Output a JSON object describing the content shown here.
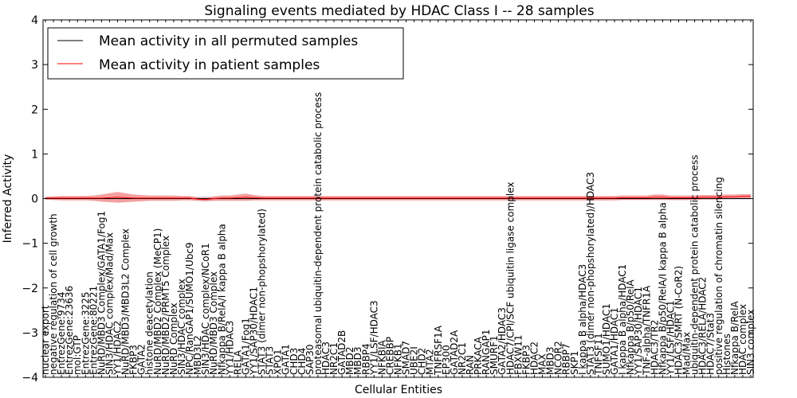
{
  "chart_data": {
    "type": "line",
    "title": "Signaling events mediated by HDAC Class I -- 28 samples",
    "xlabel": "Cellular Entities",
    "ylabel": "Inferred Activity",
    "ylim": [
      -4,
      4
    ],
    "yticks": [
      -4,
      -3,
      -2,
      -1,
      0,
      1,
      2,
      3,
      4
    ],
    "legend_position": "top-left",
    "categories": [
      "nuclear export",
      "negative regulation of cell growth",
      "EntrezGene:9734",
      "EntrezGene:23636",
      "mol:GTP",
      "EntrezGene:3225",
      "EntrezGene:80221",
      "NuRD/MBD3 Complex/GATA1/Fog1",
      "SIN3/HDAC complex/Mad/Max",
      "YY1/HDAC2",
      "NuRD/MBD3/MBD3L2 Complex",
      "FKBP3",
      "GATA2",
      "histone deacetylation",
      "NuRD/MBD2 Complex (MeCP1)",
      "NuRD/MBD2/PRMT5 Complex",
      "NuRD Complex",
      "SIN3/HDAC complex",
      "NPC/RanGAP1/SUMO1/Ubc9",
      "MBD3L2",
      "SIN3/HDAC complex/NCoR1",
      "NuRD/MBD3 Complex",
      "Nfkappa B/RelA/I kappa B alpha",
      "YY1/HDAC3",
      "RELA",
      "GATA1/Fog1",
      "YY1/SAP30/HDAC1",
      "STAT3 (dimer non-phopshorylated)",
      "STAT3",
      "XPO1",
      "GATA1",
      "CHD3",
      "CHD4",
      "SAP30",
      "proteasomal ubiquitin-dependent protein catabolic process",
      "HDAC3",
      "NR2C1",
      "GATAD2B",
      "MBD2",
      "MBD3",
      "RBBP4",
      "YY1/LSF/HDAC3",
      "NFKBIA",
      "CREBBP",
      "NFKB1",
      "SMAD7",
      "UBE2I",
      "CHD2",
      "MTA2",
      "TNFRSF1A",
      "EP300",
      "GATAD2A",
      "NR2C1",
      "RAN",
      "PRKACA",
      "RANGAP1",
      "SMURF1",
      "GATA2/HDAC3",
      "HDAC7/CPI/SCF ubiquitin ligase complex",
      "FBXW11",
      "FKBP3",
      "HDAC2",
      "MAX",
      "MBD3",
      "NCOR2",
      "RBBP7",
      "SKP1",
      "I kappa B alpha/HDAC3",
      "STAT3 (dimer non-phopshorylated)/HDAC3",
      "TNFSF11",
      "SUMO1/HDAC1",
      "GATA1/HDAC1",
      "I kappa B alpha/HDAC1",
      "Nfkappa B/p50/RelA",
      "YY1/SAP30/HDAC1",
      "TNF-alpha/TNFR1A",
      "HDAC3/TR2",
      "Nfkappa B/p50/RelA/I kappa B alpha",
      "YY1/LSF/HDAC1",
      "HDAC3/SMRT (N-CoR2)",
      "Mad/Max",
      "ubiquitin-dependent protein catabolic process",
      "HDAC3/RELA/HDAC2",
      "HDAC7/Stat3",
      "positive regulation of chromatin silencing",
      "Histones",
      "Nfkappa B/RelA",
      "HDAC complex",
      "SIN3 complex"
    ],
    "series": [
      {
        "name": "Mean activity in all permuted samples",
        "color": "#000000",
        "values": [
          0.0,
          0.0,
          0.0,
          0.0,
          0.0,
          0.0,
          0.0,
          0.0,
          0.0,
          0.0,
          0.0,
          0.0,
          0.0,
          0.0,
          0.0,
          0.0,
          0.0,
          0.0,
          0.0,
          0.0,
          0.0,
          0.0,
          0.0,
          0.0,
          0.0,
          0.0,
          0.0,
          0.0,
          0.0,
          0.0,
          0.0,
          0.0,
          0.0,
          0.0,
          0.0,
          0.0,
          0.0,
          0.0,
          0.0,
          0.0,
          0.0,
          0.0,
          0.0,
          0.0,
          0.0,
          0.0,
          0.0,
          0.0,
          0.0,
          0.0,
          0.0,
          0.0,
          0.0,
          0.0,
          0.0,
          0.0,
          0.0,
          0.0,
          0.0,
          0.0,
          0.0,
          0.0,
          0.0,
          0.0,
          0.0,
          0.0,
          0.0,
          0.0,
          0.0,
          0.0,
          0.0,
          0.0,
          0.0,
          0.0,
          0.0,
          0.0,
          0.0,
          0.0,
          0.0,
          0.0,
          0.0,
          0.0,
          0.0,
          0.0,
          0.0,
          0.0,
          0.0,
          0.0,
          0.0
        ],
        "band": [
          0.02,
          0.02,
          0.02,
          0.02,
          0.02,
          0.02,
          0.02,
          0.02,
          0.02,
          0.02,
          0.02,
          0.02,
          0.02,
          0.02,
          0.02,
          0.02,
          0.02,
          0.02,
          0.02,
          0.04,
          0.06,
          0.04,
          0.02,
          0.02,
          0.02,
          0.02,
          0.02,
          0.02,
          0.02,
          0.02,
          0.02,
          0.02,
          0.02,
          0.02,
          0.02,
          0.02,
          0.02,
          0.02,
          0.02,
          0.02,
          0.02,
          0.02,
          0.02,
          0.02,
          0.02,
          0.02,
          0.02,
          0.02,
          0.02,
          0.02,
          0.02,
          0.02,
          0.02,
          0.02,
          0.02,
          0.02,
          0.02,
          0.02,
          0.02,
          0.02,
          0.02,
          0.02,
          0.02,
          0.02,
          0.02,
          0.02,
          0.02,
          0.02,
          0.02,
          0.03,
          0.04,
          0.03,
          0.02,
          0.02,
          0.02,
          0.02,
          0.02,
          0.02,
          0.03,
          0.04,
          0.03,
          0.02,
          0.02,
          0.02,
          0.02,
          0.02,
          0.02,
          0.02,
          0.02
        ]
      },
      {
        "name": "Mean activity in patient samples",
        "color": "#ff0000",
        "values": [
          0.01,
          0.01,
          0.01,
          0.01,
          0.01,
          0.01,
          0.01,
          0.01,
          0.02,
          0.03,
          0.02,
          0.01,
          0.01,
          0.01,
          0.01,
          0.01,
          0.01,
          0.01,
          0.01,
          -0.01,
          -0.02,
          0.0,
          0.01,
          0.01,
          0.02,
          0.03,
          0.02,
          0.01,
          0.01,
          0.01,
          0.01,
          0.01,
          0.01,
          0.01,
          0.01,
          0.01,
          0.01,
          0.01,
          0.01,
          0.01,
          0.01,
          0.01,
          0.01,
          0.01,
          0.01,
          0.01,
          0.01,
          0.01,
          0.01,
          0.01,
          0.01,
          0.01,
          0.01,
          0.01,
          0.01,
          0.01,
          0.01,
          0.01,
          0.01,
          0.01,
          0.01,
          0.01,
          0.01,
          0.01,
          0.01,
          0.01,
          0.01,
          0.01,
          0.01,
          0.01,
          0.01,
          0.01,
          0.02,
          0.02,
          0.02,
          0.02,
          0.03,
          0.03,
          0.02,
          0.02,
          0.02,
          0.02,
          0.03,
          0.03,
          0.03,
          0.04,
          0.04,
          0.05,
          0.05
        ],
        "band": [
          0.03,
          0.04,
          0.05,
          0.05,
          0.05,
          0.05,
          0.06,
          0.08,
          0.1,
          0.12,
          0.1,
          0.08,
          0.07,
          0.06,
          0.06,
          0.06,
          0.06,
          0.05,
          0.05,
          0.04,
          0.04,
          0.05,
          0.06,
          0.06,
          0.07,
          0.08,
          0.06,
          0.05,
          0.05,
          0.05,
          0.05,
          0.05,
          0.05,
          0.05,
          0.05,
          0.05,
          0.05,
          0.05,
          0.05,
          0.05,
          0.05,
          0.05,
          0.05,
          0.05,
          0.05,
          0.05,
          0.05,
          0.05,
          0.05,
          0.05,
          0.05,
          0.05,
          0.05,
          0.05,
          0.05,
          0.05,
          0.05,
          0.05,
          0.05,
          0.05,
          0.05,
          0.05,
          0.05,
          0.05,
          0.05,
          0.05,
          0.05,
          0.05,
          0.05,
          0.05,
          0.05,
          0.05,
          0.05,
          0.05,
          0.05,
          0.05,
          0.06,
          0.06,
          0.05,
          0.05,
          0.05,
          0.05,
          0.05,
          0.05,
          0.05,
          0.05,
          0.05,
          0.05,
          0.05
        ]
      }
    ]
  }
}
